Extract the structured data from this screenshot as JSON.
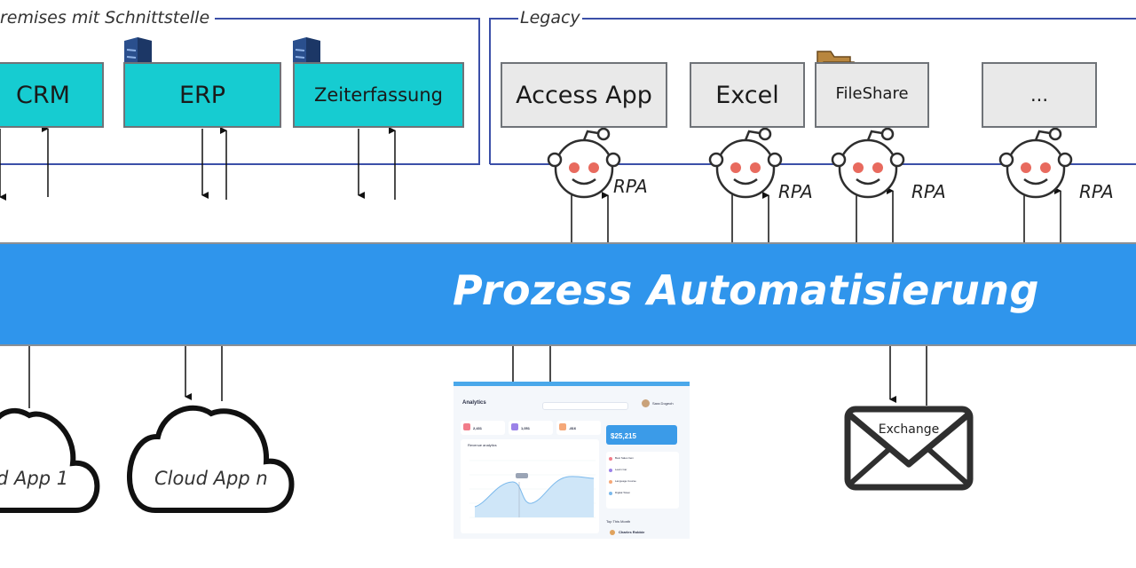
{
  "groups": {
    "on_premises_label": "remises mit Schnittstelle",
    "legacy_label": "Legacy"
  },
  "on_premises_systems": [
    "CRM",
    "ERP",
    "Zeiterfassung"
  ],
  "legacy_systems": [
    "Access App",
    "Excel",
    "FileShare",
    "..."
  ],
  "rpa_label": "RPA",
  "band_title": "Prozess Automatisierung",
  "clouds": [
    "d App 1",
    "Cloud App n"
  ],
  "exchange_label": "Exchange",
  "dashboard": {
    "title": "Analytics",
    "user_name": "Sara Dogeoh",
    "balance": "$25,215",
    "chart_label": "Revenue analytics",
    "stats": [
      "2,431",
      "1,051",
      "-816"
    ],
    "list_items": [
      "Best Sales Item",
      "Learn Car",
      "Language Course",
      "Digital Token"
    ],
    "top_section": "Top This Month",
    "top_person": "Charles Robbie"
  },
  "colors": {
    "teal": "#16ccd1",
    "legacy_grey": "#e9e9e9",
    "band_blue": "#2f95ec",
    "group_border": "#3b4fa8"
  }
}
